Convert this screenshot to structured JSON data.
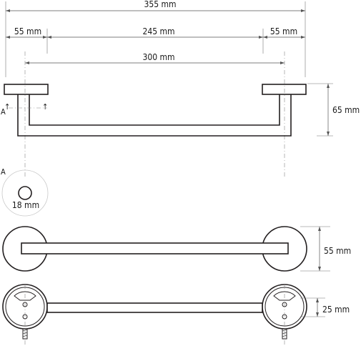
{
  "dimensions": {
    "overall_width": "355 mm",
    "left_flange_width": "55 mm",
    "inner_gap": "245 mm",
    "right_flange_width": "55 mm",
    "center_distance": "300 mm",
    "projection_depth": "65 mm",
    "bar_diameter": "18 mm",
    "rosette_diameter": "55 mm",
    "mount_height": "25 mm"
  },
  "section_marker": {
    "label_left": "A",
    "label_detail": "A",
    "arrow_left": "↑",
    "arrow_right": "↑"
  }
}
